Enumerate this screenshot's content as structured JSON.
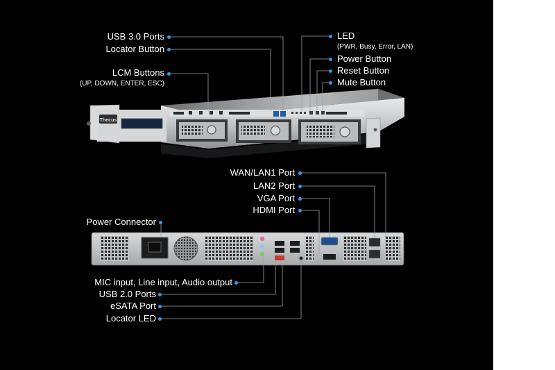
{
  "front_panel": {
    "brand": "Thecus",
    "callouts": {
      "usb30": "USB 3.0 Ports",
      "locator_button": "Locator Button",
      "lcm_buttons": "LCM Buttons",
      "lcm_buttons_detail": "(UP, DOWN, ENTER, ESC)",
      "led": "LED",
      "led_detail": "(PWR, Busy, Error, LAN)",
      "power_button": "Power Button",
      "reset_button": "Reset Button",
      "mute_button": "Mute Button"
    }
  },
  "rear_panel": {
    "callouts": {
      "wan_lan1": "WAN/LAN1 Port",
      "lan2": "LAN2 Port",
      "vga": "VGA Port",
      "hdmi": "HDMI Port",
      "power_connector": "Power Connector",
      "audio": "MIC input, Line input, Audio output",
      "usb20": "USB 2.0 Ports",
      "esata": "eSATA Port",
      "locator_led": "Locator LED"
    }
  },
  "colors": {
    "background": "#000000",
    "callout_dot": "#2a9fe8",
    "chassis": "#c9cbcd"
  }
}
